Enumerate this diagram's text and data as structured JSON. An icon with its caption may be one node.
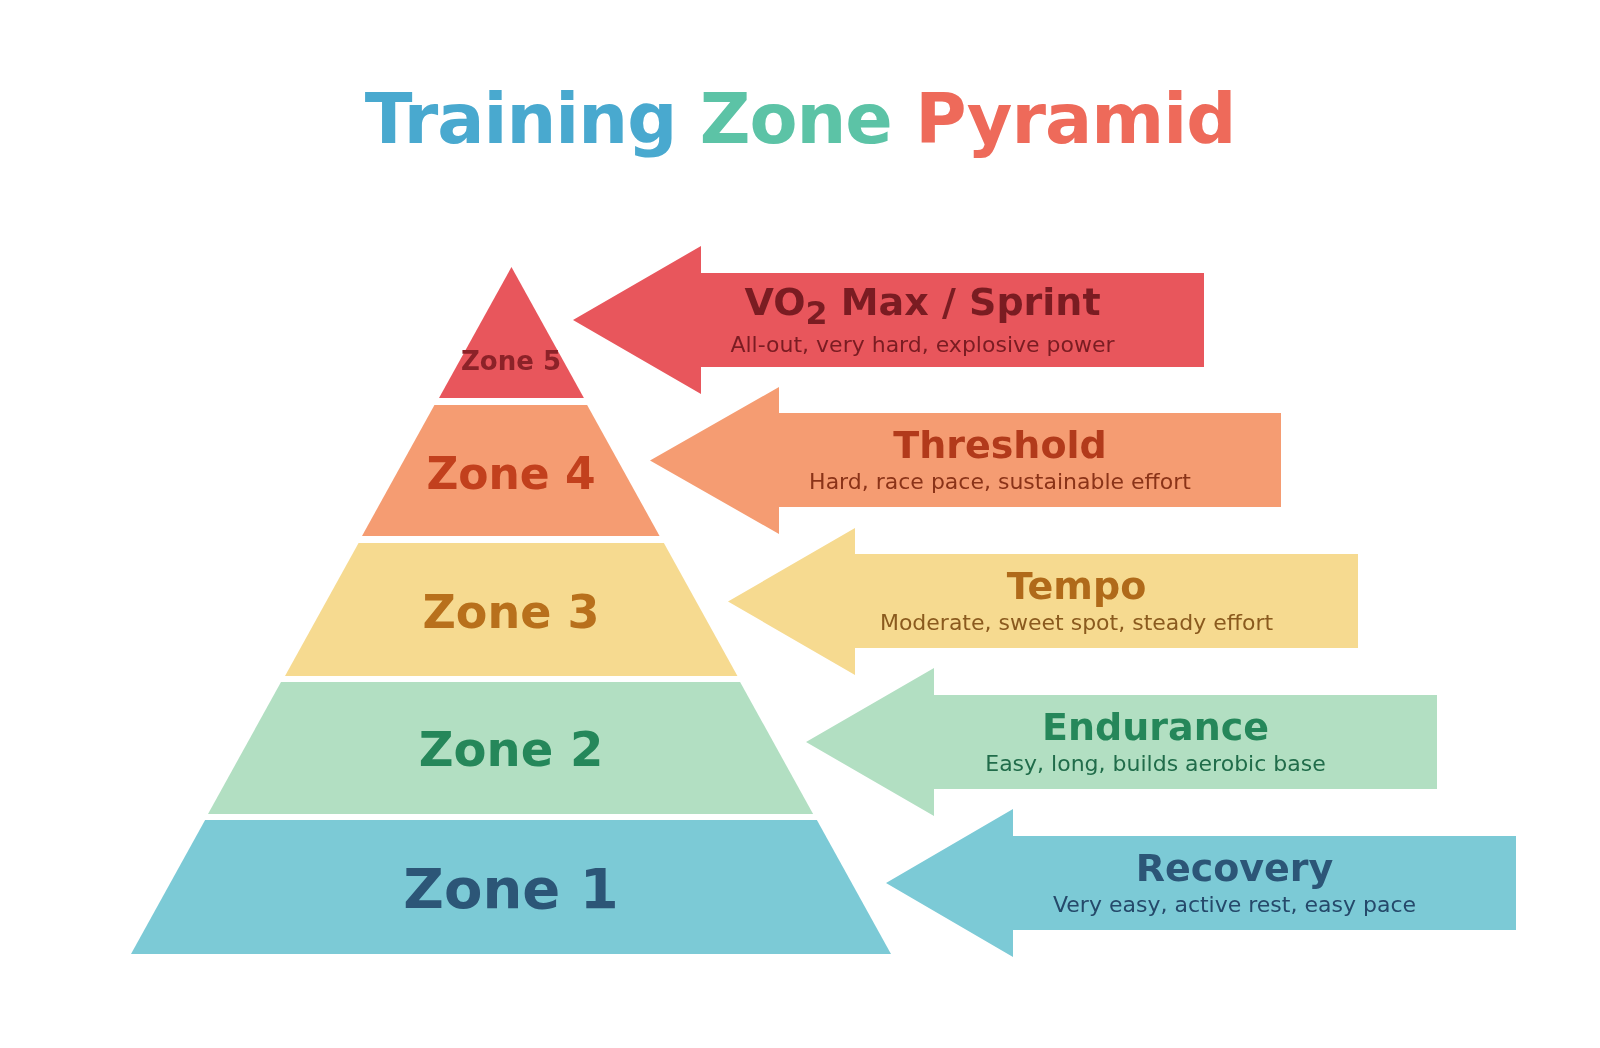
{
  "diagram": {
    "title": "Training Zone Pyramid",
    "nodes": [
      {
        "text": [
          "Zone 5"
        ]
      },
      {
        "text": [
          "Zone 4"
        ]
      },
      {
        "text": [
          "Zone 3"
        ]
      },
      {
        "text": [
          "Zone 2"
        ]
      },
      {
        "text": [
          "Zone 1"
        ]
      },
      {
        "text": [
          "VO$_{2}$ Max / Sprint",
          "All-out, very hard, explosive power"
        ]
      },
      {
        "text": [
          "Threshold",
          "Hard, race pace, sustainable effort"
        ]
      },
      {
        "text": [
          "Tempo",
          "Moderate, sweet spot, steady effort"
        ]
      },
      {
        "text": [
          "Endurance",
          "Easy, long, builds aerobic base"
        ]
      },
      {
        "text": [
          "Recovery",
          "Very easy, active rest, easy pace"
        ]
      }
    ]
  }
}
